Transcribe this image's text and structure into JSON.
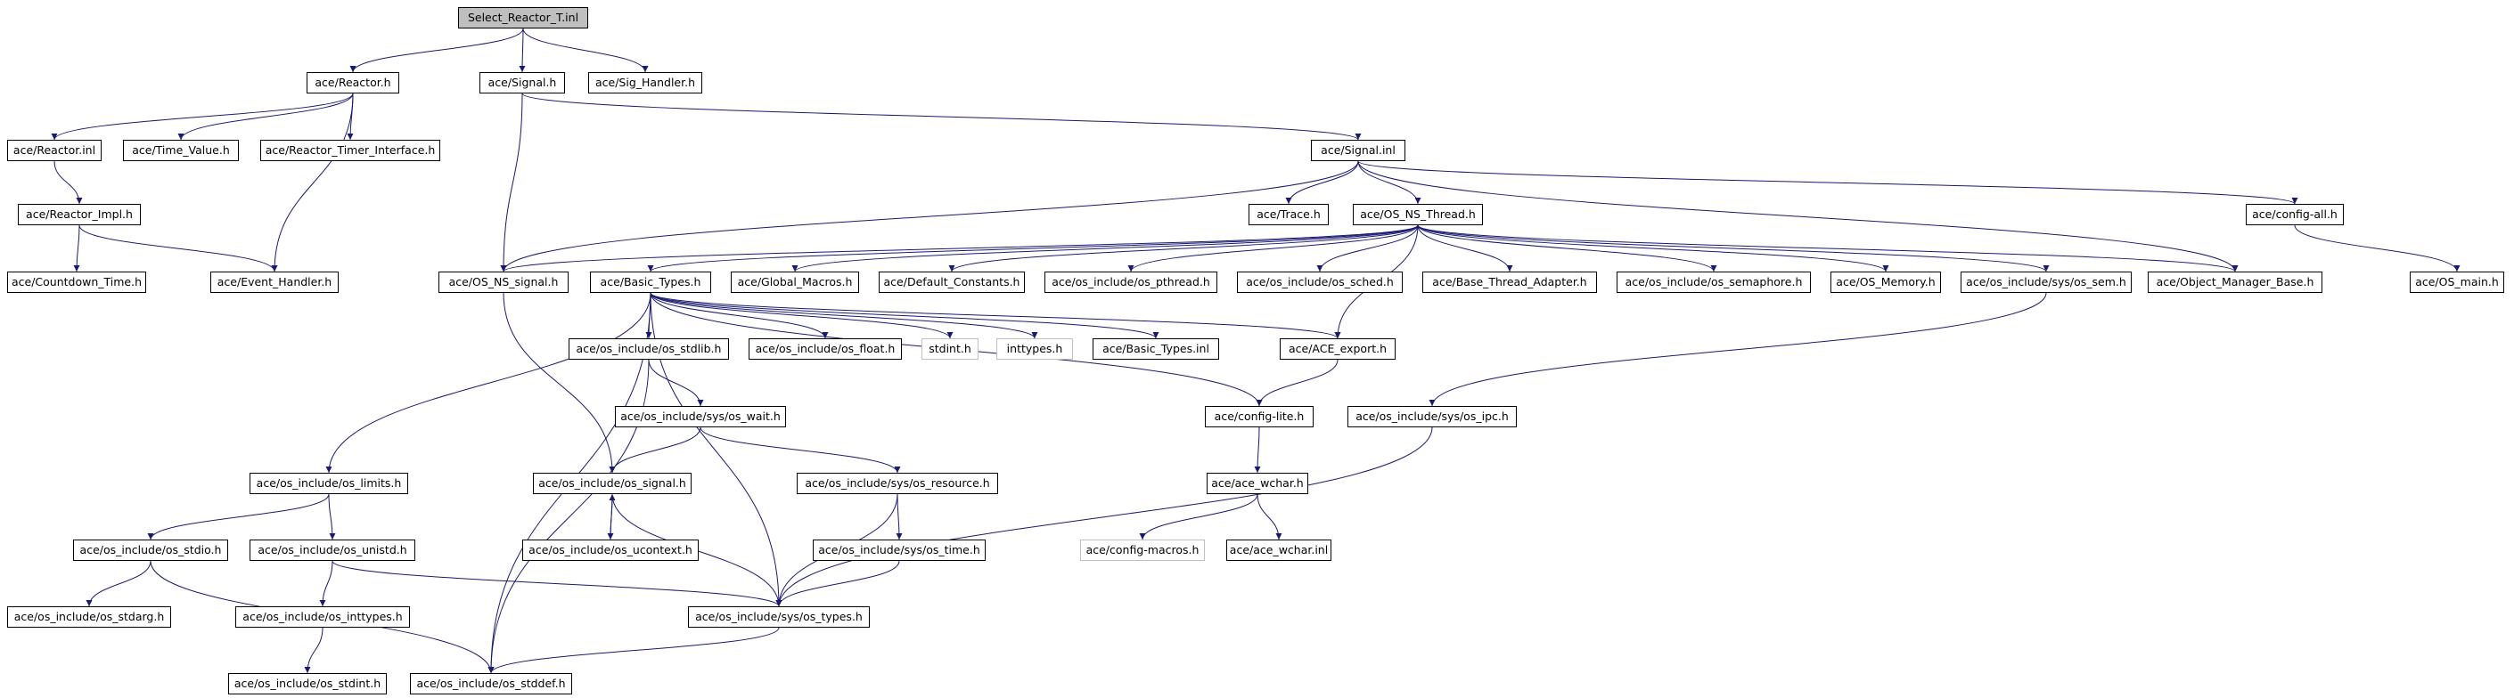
{
  "colors": {
    "edge": "#191970",
    "border": "#000000",
    "root_fill": "#bfbfbf",
    "ext_border": "#bfbfbf"
  },
  "nodes": {
    "root": "Select_Reactor_T.inl",
    "reactor_h": "ace/Reactor.h",
    "signal_h": "ace/Signal.h",
    "sig_handler_h": "ace/Sig_Handler.h",
    "reactor_inl": "ace/Reactor.inl",
    "time_value_h": "ace/Time_Value.h",
    "reactor_timer_iface_h": "ace/Reactor_Timer_Interface.h",
    "reactor_impl_h": "ace/Reactor_Impl.h",
    "countdown_time_h": "ace/Countdown_Time.h",
    "event_handler_h": "ace/Event_Handler.h",
    "signal_inl": "ace/Signal.inl",
    "trace_h": "ace/Trace.h",
    "os_ns_thread_h": "ace/OS_NS_Thread.h",
    "config_all_h": "ace/config-all.h",
    "os_ns_signal_h": "ace/OS_NS_signal.h",
    "basic_types_h": "ace/Basic_Types.h",
    "global_macros_h": "ace/Global_Macros.h",
    "default_constants_h": "ace/Default_Constants.h",
    "os_pthread_h": "ace/os_include/os_pthread.h",
    "os_sched_h": "ace/os_include/os_sched.h",
    "base_thread_adapter_h": "ace/Base_Thread_Adapter.h",
    "os_semaphore_h": "ace/os_include/os_semaphore.h",
    "os_memory_h": "ace/OS_Memory.h",
    "sys_os_sem_h": "ace/os_include/sys/os_sem.h",
    "object_manager_base_h": "ace/Object_Manager_Base.h",
    "os_main_h": "ace/OS_main.h",
    "os_stdlib_h": "ace/os_include/os_stdlib.h",
    "os_float_h": "ace/os_include/os_float.h",
    "stdint_h": "stdint.h",
    "inttypes_h": "inttypes.h",
    "basic_types_inl": "ace/Basic_Types.inl",
    "ace_export_h": "ace/ACE_export.h",
    "sys_os_wait_h": "ace/os_include/sys/os_wait.h",
    "config_lite_h": "ace/config-lite.h",
    "sys_os_ipc_h": "ace/os_include/sys/os_ipc.h",
    "os_limits_h": "ace/os_include/os_limits.h",
    "os_signal_h": "ace/os_include/os_signal.h",
    "sys_os_resource_h": "ace/os_include/sys/os_resource.h",
    "ace_wchar_h": "ace/ace_wchar.h",
    "os_stdio_h": "ace/os_include/os_stdio.h",
    "os_unistd_h": "ace/os_include/os_unistd.h",
    "os_ucontext_h": "ace/os_include/os_ucontext.h",
    "sys_os_time_h": "ace/os_include/sys/os_time.h",
    "config_macros_h": "ace/config-macros.h",
    "ace_wchar_inl": "ace/ace_wchar.inl",
    "os_stdarg_h": "ace/os_include/os_stdarg.h",
    "os_inttypes_h": "ace/os_include/os_inttypes.h",
    "sys_os_types_h": "ace/os_include/sys/os_types.h",
    "os_stdint_h": "ace/os_include/os_stdint.h",
    "os_stddef_h": "ace/os_include/os_stddef.h"
  },
  "edges": [
    [
      "root",
      "reactor_h"
    ],
    [
      "root",
      "signal_h"
    ],
    [
      "root",
      "sig_handler_h"
    ],
    [
      "reactor_h",
      "reactor_inl"
    ],
    [
      "reactor_h",
      "time_value_h"
    ],
    [
      "reactor_h",
      "reactor_timer_iface_h"
    ],
    [
      "reactor_h",
      "event_handler_h"
    ],
    [
      "reactor_inl",
      "reactor_impl_h"
    ],
    [
      "reactor_impl_h",
      "countdown_time_h"
    ],
    [
      "reactor_impl_h",
      "event_handler_h"
    ],
    [
      "signal_h",
      "signal_inl"
    ],
    [
      "signal_h",
      "os_ns_signal_h"
    ],
    [
      "signal_inl",
      "trace_h"
    ],
    [
      "signal_inl",
      "os_ns_thread_h"
    ],
    [
      "signal_inl",
      "config_all_h"
    ],
    [
      "signal_inl",
      "os_ns_signal_h"
    ],
    [
      "signal_inl",
      "object_manager_base_h"
    ],
    [
      "config_all_h",
      "os_main_h"
    ],
    [
      "os_ns_thread_h",
      "os_ns_signal_h"
    ],
    [
      "os_ns_thread_h",
      "basic_types_h"
    ],
    [
      "os_ns_thread_h",
      "global_macros_h"
    ],
    [
      "os_ns_thread_h",
      "default_constants_h"
    ],
    [
      "os_ns_thread_h",
      "os_pthread_h"
    ],
    [
      "os_ns_thread_h",
      "os_sched_h"
    ],
    [
      "os_ns_thread_h",
      "base_thread_adapter_h"
    ],
    [
      "os_ns_thread_h",
      "os_semaphore_h"
    ],
    [
      "os_ns_thread_h",
      "os_memory_h"
    ],
    [
      "os_ns_thread_h",
      "sys_os_sem_h"
    ],
    [
      "os_ns_thread_h",
      "object_manager_base_h"
    ],
    [
      "os_ns_thread_h",
      "ace_export_h"
    ],
    [
      "os_ns_signal_h",
      "os_signal_h"
    ],
    [
      "basic_types_h",
      "os_limits_h"
    ],
    [
      "basic_types_h",
      "os_stdlib_h"
    ],
    [
      "basic_types_h",
      "os_float_h"
    ],
    [
      "basic_types_h",
      "stdint_h"
    ],
    [
      "basic_types_h",
      "inttypes_h"
    ],
    [
      "basic_types_h",
      "basic_types_inl"
    ],
    [
      "basic_types_h",
      "ace_export_h"
    ],
    [
      "basic_types_h",
      "config_lite_h"
    ],
    [
      "basic_types_h",
      "sys_os_types_h"
    ],
    [
      "basic_types_h",
      "os_stddef_h"
    ],
    [
      "os_stdlib_h",
      "sys_os_wait_h"
    ],
    [
      "os_stdlib_h",
      "os_stddef_h"
    ],
    [
      "sys_os_wait_h",
      "os_signal_h"
    ],
    [
      "sys_os_wait_h",
      "sys_os_resource_h"
    ],
    [
      "ace_export_h",
      "config_lite_h"
    ],
    [
      "config_lite_h",
      "ace_wchar_h"
    ],
    [
      "ace_wchar_h",
      "config_macros_h"
    ],
    [
      "ace_wchar_h",
      "ace_wchar_inl"
    ],
    [
      "sys_os_sem_h",
      "sys_os_ipc_h"
    ],
    [
      "sys_os_ipc_h",
      "sys_os_types_h"
    ],
    [
      "os_limits_h",
      "os_stdio_h"
    ],
    [
      "os_limits_h",
      "os_unistd_h"
    ],
    [
      "os_signal_h",
      "os_ucontext_h"
    ],
    [
      "os_ucontext_h",
      "os_signal_h"
    ],
    [
      "os_signal_h",
      "sys_os_types_h"
    ],
    [
      "sys_os_resource_h",
      "sys_os_time_h"
    ],
    [
      "sys_os_resource_h",
      "sys_os_types_h"
    ],
    [
      "sys_os_time_h",
      "sys_os_types_h"
    ],
    [
      "os_stdio_h",
      "os_stdarg_h"
    ],
    [
      "os_stdio_h",
      "os_stddef_h"
    ],
    [
      "os_unistd_h",
      "os_inttypes_h"
    ],
    [
      "os_unistd_h",
      "sys_os_types_h"
    ],
    [
      "os_inttypes_h",
      "os_stdint_h"
    ],
    [
      "sys_os_types_h",
      "os_stddef_h"
    ]
  ]
}
